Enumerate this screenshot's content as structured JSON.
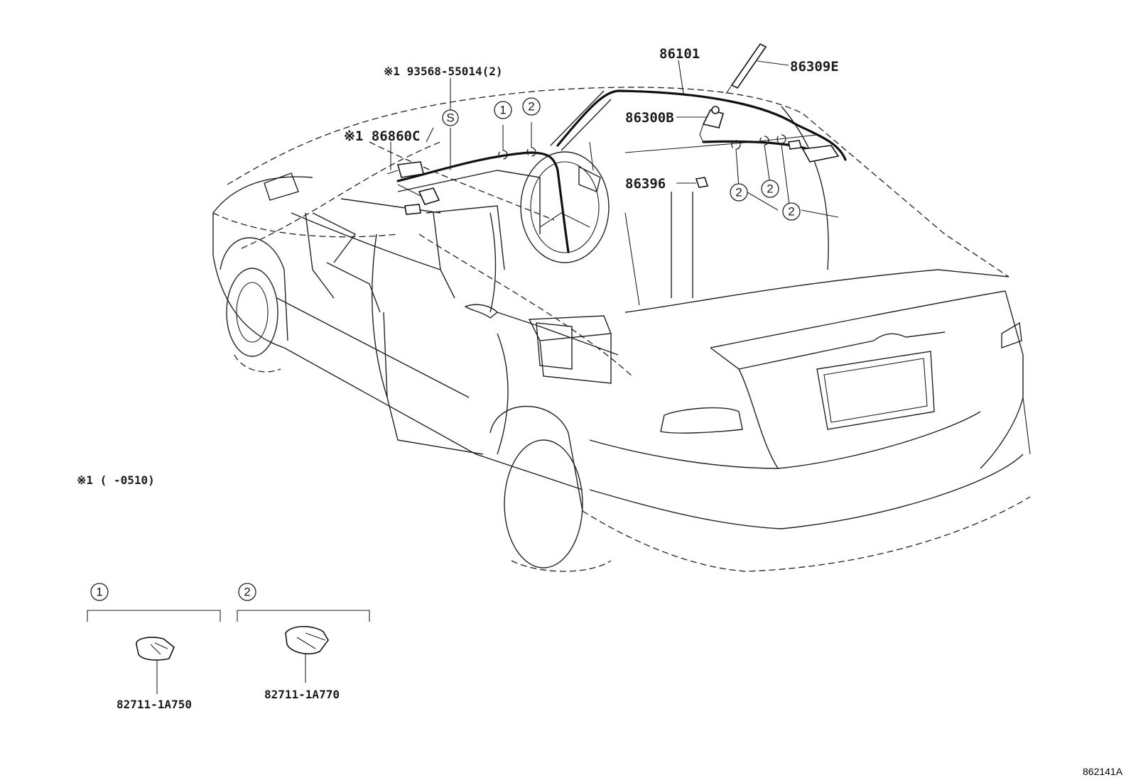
{
  "labels": {
    "ref_93568": "※1 93568-55014(2)",
    "ref_86860c": "※1 86860C",
    "ref_86101": "86101",
    "ref_86309e": "86309E",
    "ref_86300b": "86300B",
    "ref_86396": "86396",
    "note_1": "※1 (     -0510)",
    "part_1": "82711-1A750",
    "part_2": "82711-1A770",
    "diagram_id": "862141A"
  },
  "callouts": {
    "one": "1",
    "two": "2",
    "s": "S"
  },
  "colors": {
    "line": "#222222",
    "background": "#ffffff"
  }
}
